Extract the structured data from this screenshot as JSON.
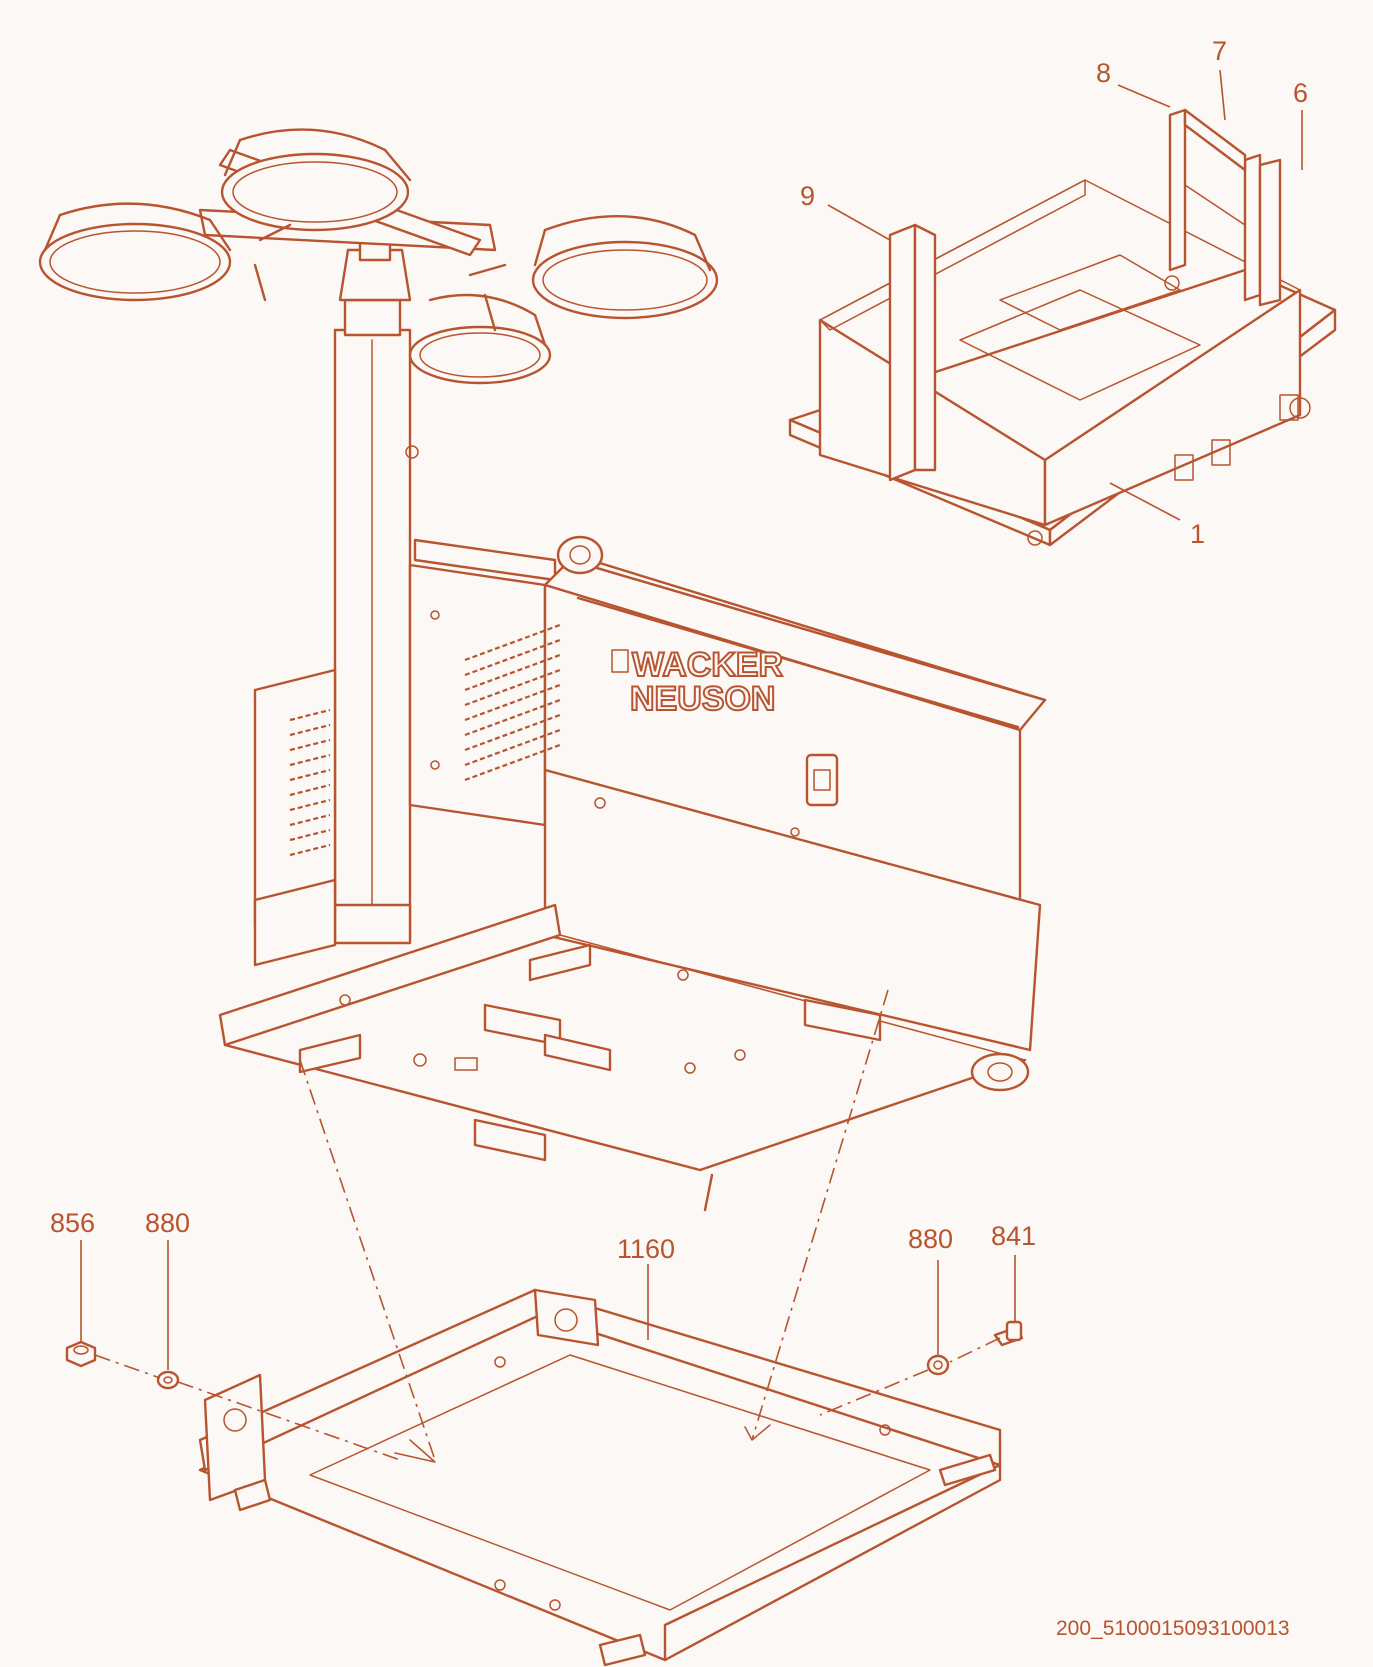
{
  "callouts": {
    "c1": "1",
    "c6": "6",
    "c7": "7",
    "c8": "8",
    "c9": "9",
    "c856": "856",
    "c880_left": "880",
    "c1160": "1160",
    "c880_right": "880",
    "c841": "841"
  },
  "brand": {
    "line1": "WACKER",
    "line2": "NEUSON"
  },
  "document_id": "200_5100015093100013",
  "colors": {
    "line": "#b8542f",
    "background": "#fbf8f5"
  }
}
